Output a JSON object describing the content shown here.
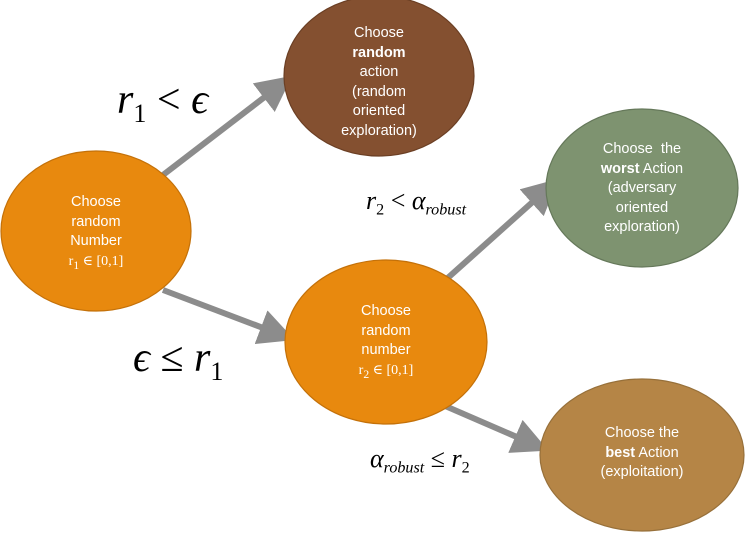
{
  "colors": {
    "orange": "#E8890E",
    "orange_stroke": "#C47109",
    "brown": "#845030",
    "brown_stroke": "#6B3F24",
    "green": "#7E9370",
    "green_stroke": "#65785A",
    "tan": "#B58546",
    "tan_stroke": "#97703A",
    "arrow": "#8C8C8C"
  },
  "nodes": {
    "start": {
      "line1": "Choose",
      "line2": "random",
      "line3": "Number",
      "var": "r",
      "sub": "1",
      "range": " ∈ [0,1]"
    },
    "random_action": {
      "line1": "Choose",
      "bold": "random",
      "line3": "action",
      "line4": "(random",
      "line5": "oriented",
      "line6": "exploration)"
    },
    "second": {
      "line1": "Choose",
      "line2": "random",
      "line3": "number",
      "var": "r",
      "sub": "2",
      "range": " ∈ [0,1]"
    },
    "worst": {
      "line1": "Choose  the",
      "bold": "worst",
      "after_bold": " Action",
      "line3": "(adversary",
      "line4": "oriented",
      "line5": "exploration)"
    },
    "best": {
      "line1": "Choose the",
      "bold": "best",
      "after_bold": " Action",
      "line3": "(exploitation)"
    }
  },
  "edges": {
    "e1": {
      "var": "r",
      "sub": "1",
      "op": " < ",
      "rhs": "ϵ"
    },
    "e2": {
      "lhs": "ϵ",
      "op": " ≤ ",
      "var": "r",
      "sub": "1"
    },
    "e3": {
      "var": "r",
      "sub": "2",
      "op": " < ",
      "rhs": "α",
      "rhs_sub": "robust"
    },
    "e4": {
      "lhs": "α",
      "lhs_sub": "robust",
      "op": " ≤ ",
      "var": "r",
      "sub": "2"
    }
  }
}
